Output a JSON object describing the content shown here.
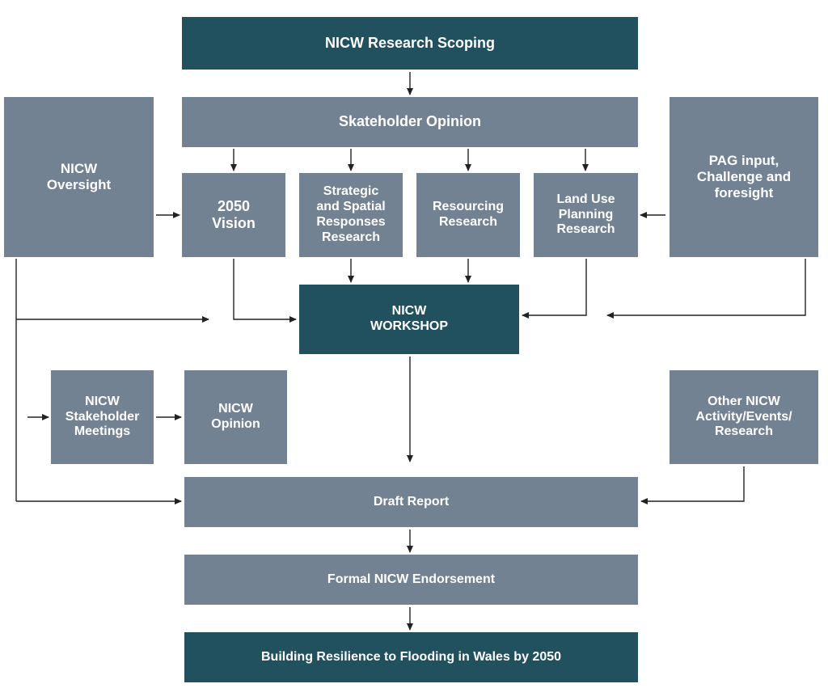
{
  "nodes": {
    "scoping": "NICW Research Scoping",
    "opinion": "Skateholder Opinion",
    "oversight": "NICW\nOversight",
    "pag": "PAG input,\nChallenge and\nforesight",
    "vision": "2050\nVision",
    "strategic": "Strategic\nand Spatial\nResponses\nResearch",
    "resourcing": "Resourcing\nResearch",
    "landuse": "Land Use\nPlanning\nResearch",
    "workshop": "NICW\nWORKSHOP",
    "meetings": "NICW\nStakeholder\nMeetings",
    "nicw_opinion": "NICW\nOpinion",
    "other": "Other NICW\nActivity/Events/\nResearch",
    "draft": "Draft Report",
    "endorsement": "Formal NICW Endorsement",
    "resilience": "Building Resilience to Flooding in Wales by 2050"
  },
  "colors": {
    "dark": "#21505f",
    "grey": "#738292",
    "arrow": "#222222"
  }
}
